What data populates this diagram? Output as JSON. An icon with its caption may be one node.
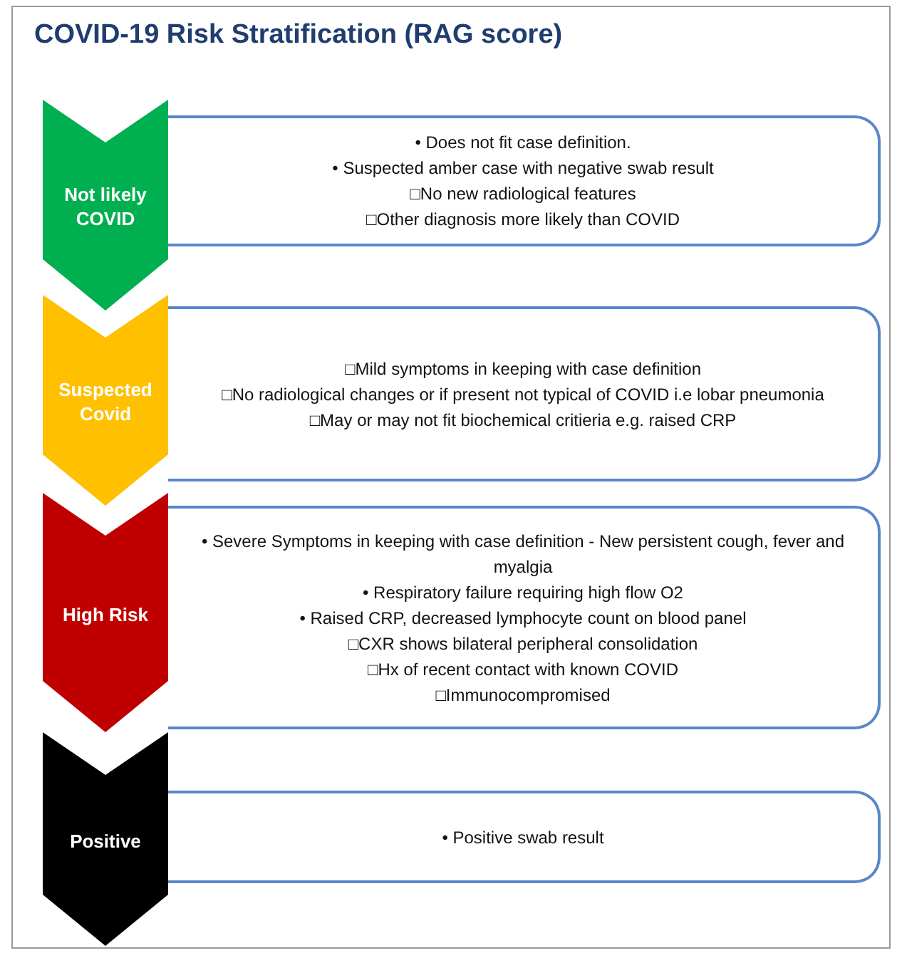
{
  "diagram": {
    "title": "COVID-19 Risk Stratification (RAG score)",
    "nodes": [
      {
        "text": [
          "Not likely COVID"
        ]
      },
      {
        "text": [
          "• Does not fit case definition.",
          "• Suspected amber case with negative swab result",
          "□No new radiological features",
          "□Other diagnosis more likely than COVID"
        ]
      },
      {
        "text": [
          "Suspected Covid"
        ]
      },
      {
        "text": [
          "□Mild symptoms in keeping with case definition",
          "□No radiological changes or if present not typical of COVID i.e lobar pneumonia",
          "□May or may not fit biochemical critieria e.g. raised CRP"
        ]
      },
      {
        "text": [
          "High Risk"
        ]
      },
      {
        "text": [
          "• Severe Symptoms in keeping with case definition - New persistent cough, fever and myalgia",
          "• Respiratory failure requiring high flow O2",
          "• Raised CRP, decreased lymphocyte count on blood panel",
          "□CXR shows bilateral peripheral consolidation",
          "□Hx of recent contact with known COVID",
          "□Immunocompromised"
        ]
      },
      {
        "text": [
          "Positive"
        ]
      },
      {
        "text": [
          "• Positive swab result"
        ]
      }
    ]
  }
}
